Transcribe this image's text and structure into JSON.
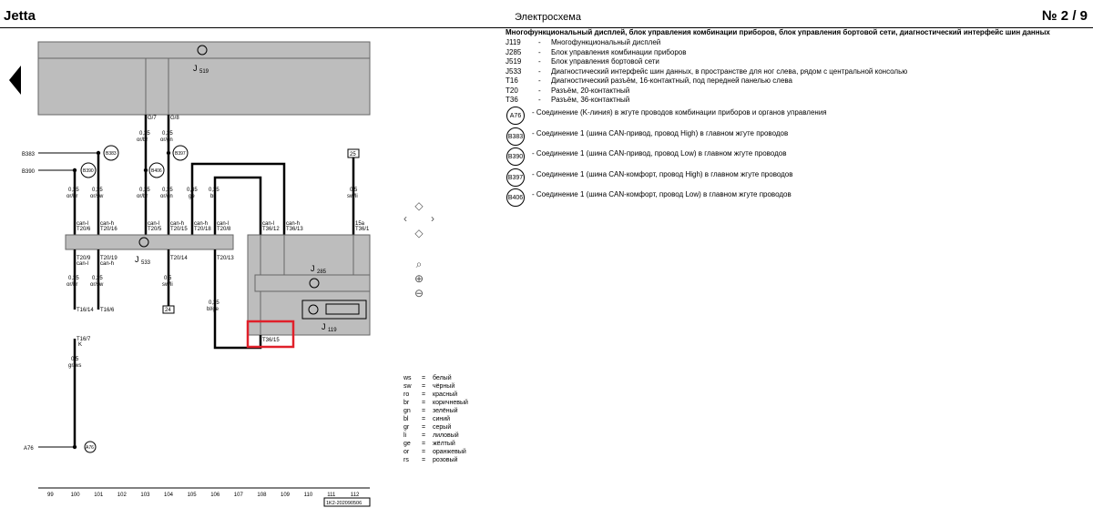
{
  "header": {
    "title": "Jetta",
    "center": "Электросхема",
    "page": "№  2 / 9"
  },
  "legend": {
    "heading": "Многофункциональный дисплей, блок управления комбинации приборов, блок управления бортовой сети, диагностический интерфейс шин данных",
    "items": [
      {
        "code": "J119",
        "desc": "Многофункциональный дисплей"
      },
      {
        "code": "J285",
        "desc": "Блок управления комбинации приборов"
      },
      {
        "code": "J519",
        "desc": "Блок управления бортовой сети"
      },
      {
        "code": "J533",
        "desc": "Диагностический интерфейс шин данных, в пространстве для ног слева, рядом с центральной консолью"
      },
      {
        "code": "T16",
        "desc": "Диагностический разъём, 16-контактный, под передней панелью слева"
      },
      {
        "code": "T20",
        "desc": "Разъём, 20-контактный"
      },
      {
        "code": "T36",
        "desc": "Разъём, 36-контактный"
      }
    ],
    "connectors": [
      {
        "code": "A76",
        "desc": "Соединение (K-линия) в жгуте проводов комбинации приборов и органов управления"
      },
      {
        "code": "B383",
        "desc": "Соединение 1 (шина CAN-привод, провод High) в главном жгуте проводов"
      },
      {
        "code": "B390",
        "desc": "Соединение 1 (шина CAN-привод, провод Low) в главном жгуте проводов"
      },
      {
        "code": "B397",
        "desc": "Соединение 1 (шина CAN-комфорт, провод High) в главном жгуте проводов"
      },
      {
        "code": "B406",
        "desc": "Соединение 1 (шина CAN-комфорт, провод Low) в главном жгуте проводов"
      }
    ],
    "dash": "-"
  },
  "colors": [
    {
      "abbr": "ws",
      "eq": "=",
      "name": "белый"
    },
    {
      "abbr": "sw",
      "eq": "=",
      "name": "чёрный"
    },
    {
      "abbr": "ro",
      "eq": "=",
      "name": "красный"
    },
    {
      "abbr": "br",
      "eq": "=",
      "name": "коричневый"
    },
    {
      "abbr": "gn",
      "eq": "=",
      "name": "зелёный"
    },
    {
      "abbr": "bl",
      "eq": "=",
      "name": "синий"
    },
    {
      "abbr": "gr",
      "eq": "=",
      "name": "серый"
    },
    {
      "abbr": "li",
      "eq": "=",
      "name": "лиловый"
    },
    {
      "abbr": "ge",
      "eq": "=",
      "name": "жёлтый"
    },
    {
      "abbr": "or",
      "eq": "=",
      "name": "оранжевый"
    },
    {
      "abbr": "rs",
      "eq": "=",
      "name": "розовый"
    }
  ],
  "diagram": {
    "blocks": {
      "j519": "J",
      "j519sub": "519",
      "j533": "J",
      "j533sub": "533",
      "j285": "J",
      "j285sub": "285",
      "j119": "J",
      "j119sub": "119"
    },
    "wires": {
      "g7": "G/7",
      "g8": "G/8",
      "w035": "0,35",
      "w05": "0,5",
      "orbr": "or/br",
      "orgn": "or/gn",
      "orsw": "or/sw",
      "ge": "ge",
      "br": "br",
      "swli": "sw/li",
      "blge": "bl/ge",
      "grws": "gr/ws",
      "canl": "can-l",
      "canh": "can-h",
      "fifteen": "15a",
      "K": "K"
    },
    "pins": {
      "t20_6": "T20/6",
      "t20_16": "T20/16",
      "t20_5": "T20/5",
      "t20_15": "T20/15",
      "t20_18": "T20/18",
      "t20_8": "T20/8",
      "t36_12": "T36/12",
      "t36_13": "T36/13",
      "t36_1": "T36/1",
      "t20_9": "T20/9",
      "t20_19": "T20/19",
      "t20_14": "T20/14",
      "t20_13": "T20/13",
      "t16_14": "T16/14",
      "t16_6": "T16/6",
      "t16_7": "T16/7",
      "t36_15": "T36/15"
    },
    "nodes": {
      "b383": "B383",
      "b390": "B390",
      "b406": "B406",
      "b397": "B397",
      "a76": "A76"
    },
    "boxes": {
      "n25": "25",
      "n24": "24"
    },
    "side": {
      "b383": "B383",
      "b390": "B390",
      "a76": "A76"
    },
    "scale": [
      "99",
      "100",
      "101",
      "102",
      "103",
      "104",
      "105",
      "106",
      "107",
      "108",
      "109",
      "110",
      "111",
      "112"
    ],
    "docid": "1K2-202090506"
  }
}
